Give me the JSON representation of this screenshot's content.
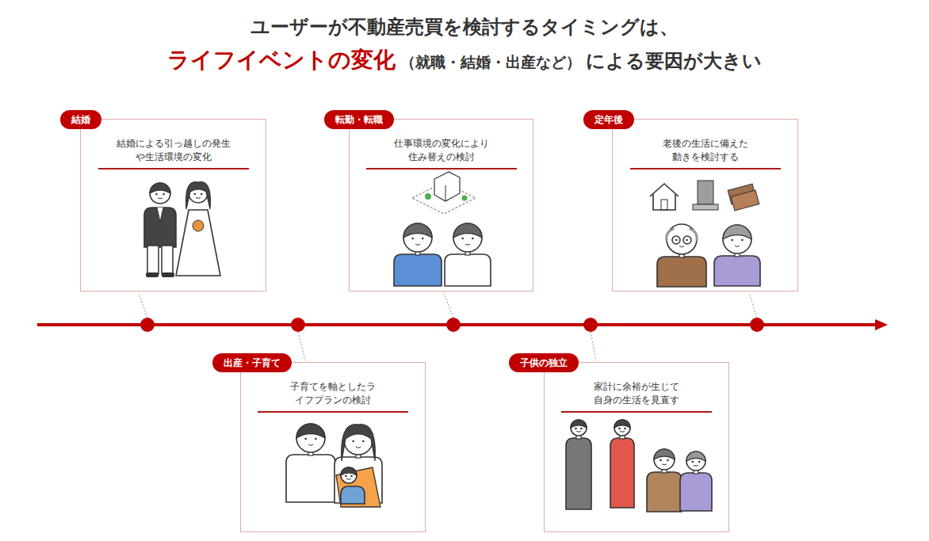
{
  "diagram": {
    "title": "ユーザーが不動産売買を検討するタイミングは、",
    "nodes": [
      {
        "text": [
          "結婚",
          "結婚による引っ越しの発生や生活環境の変化"
        ]
      },
      {
        "text": [
          "出産・子育て",
          "子育てを軸としたライフプランの検討"
        ]
      },
      {
        "text": [
          "転勤・転職",
          "仕事環境の変化により住み替えの検討"
        ]
      },
      {
        "text": [
          "子供の独立",
          "家計に余裕が生じて自身の生活を見直す"
        ]
      },
      {
        "text": [
          "定年後",
          "老後の生活に備えた動きを検討する"
        ]
      }
    ],
    "labels": [
      "ライフイベントの変化",
      "（就職・結婚・出産など）",
      "による要因が大きい"
    ]
  }
}
